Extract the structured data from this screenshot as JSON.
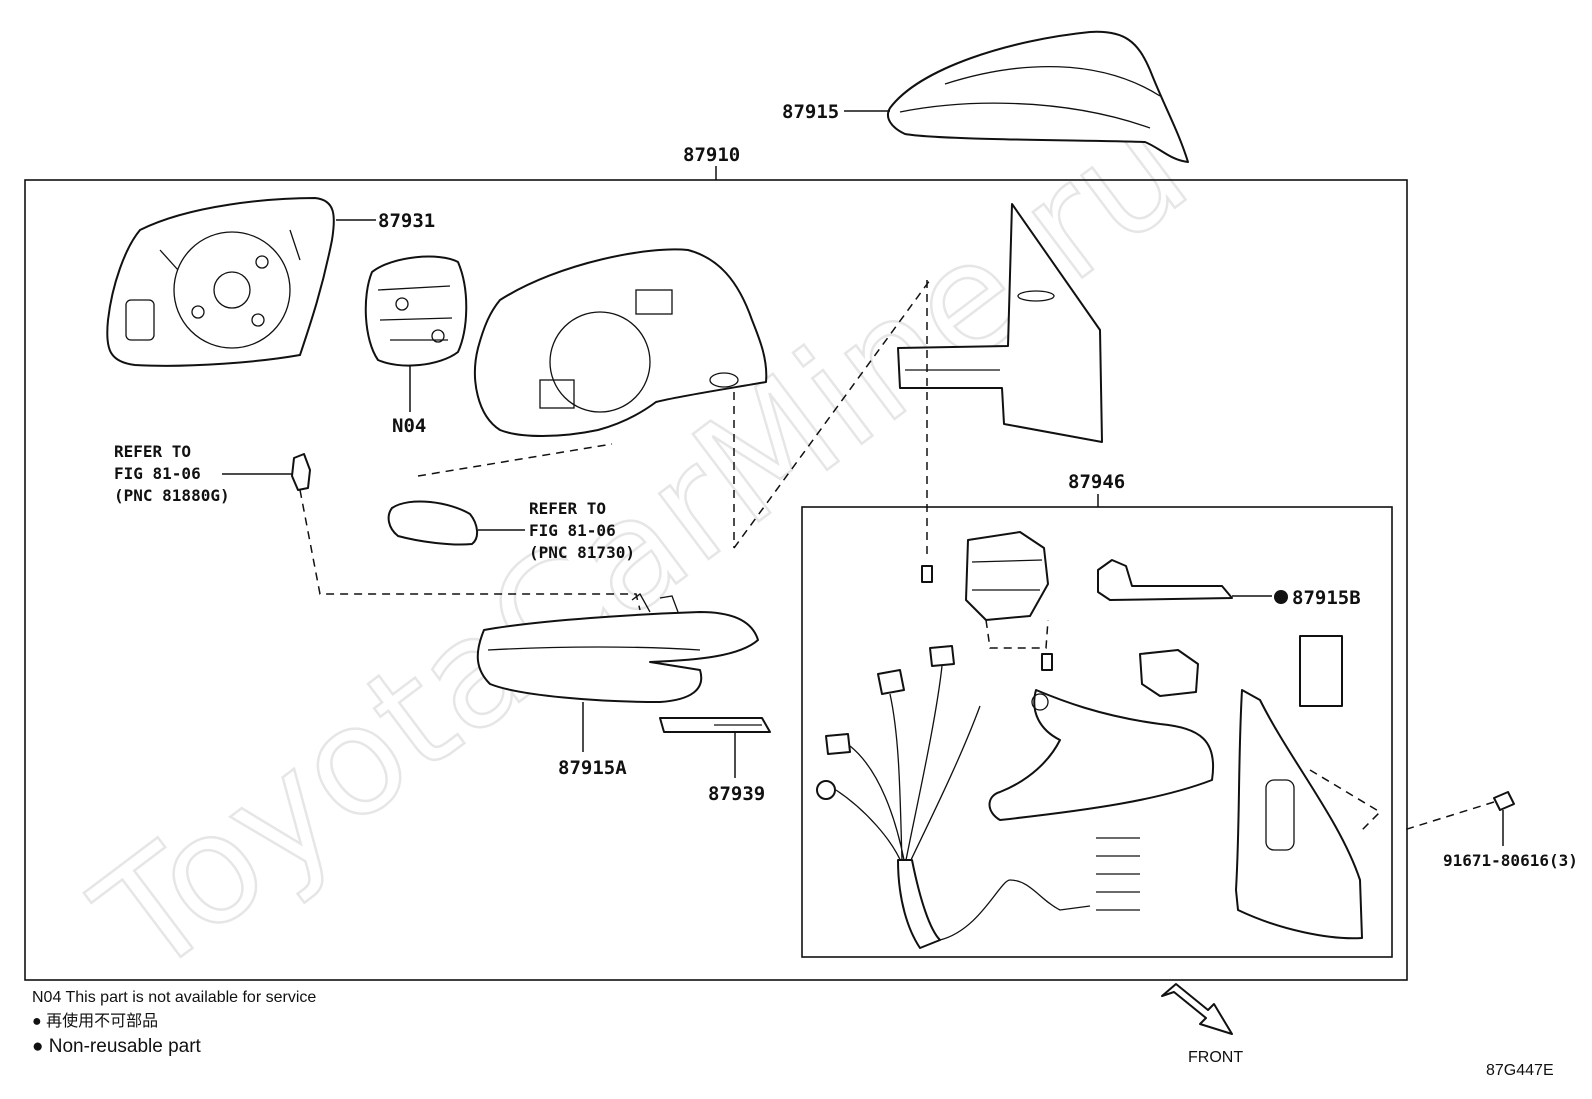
{
  "parts": {
    "p87915": "87915",
    "p87910": "87910",
    "p87931": "87931",
    "pN04": "N04",
    "p87946": "87946",
    "p87915B": "87915B",
    "p87915A": "87915A",
    "p87939": "87939",
    "p91671": "91671-80616(3)"
  },
  "refs": {
    "bulb": [
      "REFER TO",
      "FIG 81-06",
      "(PNC 81880G)"
    ],
    "lamp": [
      "REFER TO",
      "FIG 81-06",
      "(PNC 81730)"
    ]
  },
  "notes": {
    "n04": "N04 This part is not available for service",
    "jp": "● 再使用不可部品",
    "en": "● Non-reusable part"
  },
  "front_label": "FRONT",
  "drawing_code": "87G447E",
  "watermark": "ToyotaCarMine.ru"
}
